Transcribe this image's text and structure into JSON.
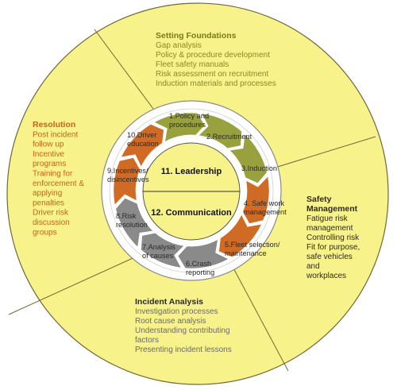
{
  "colors": {
    "outer_fill": "#f8f28a",
    "outer_stroke": "#6e6a3a",
    "section_line": "#6e6a3a",
    "heading_olive": "#7a7a1e",
    "heading_orange": "#c8621b",
    "heading_dark": "#2a2a2a",
    "body_olive": "#8a8a2a",
    "body_orange": "#c8621b",
    "body_dark": "#2a2a2a",
    "body_grey": "#6b6b6b",
    "ring_white": "#ffffff",
    "ring_stroke": "#8a8a8a",
    "inner_fill": "#f8f28a",
    "arrow_green": "#98a13e",
    "arrow_orange": "#cf6b25",
    "arrow_grey": "#8a8a8a"
  },
  "sections": [
    {
      "id": "setting-foundations",
      "title": "Setting Foundations",
      "title_color": "heading_olive",
      "item_color": "body_olive",
      "items": [
        "Gap analysis",
        "Policy & procedure development",
        "Fleet safety manuals",
        "Risk assessment on recruitment",
        "Induction materials and processes"
      ]
    },
    {
      "id": "resolution",
      "title": "Resolution",
      "title_color": "heading_orange",
      "item_color": "body_orange",
      "items": [
        "Post incident",
        "follow up",
        "Incentive",
        "programs",
        "Training for",
        "enforcement &",
        "applying",
        "penalties",
        "Driver risk",
        "discussion",
        "groups"
      ]
    },
    {
      "id": "safety-management",
      "title": "Safety\nManagement",
      "title_color": "heading_dark",
      "item_color": "body_dark",
      "items": [
        "Fatigue risk",
        "management",
        "Controlling risk",
        "Fit for purpose,",
        "safe vehicles",
        "and",
        "workplaces"
      ]
    },
    {
      "id": "incident-analysis",
      "title": "Incident Analysis",
      "title_color": "heading_dark",
      "item_color": "body_grey",
      "items": [
        "Investigation processes",
        "Root cause analysis",
        "Understanding contributing",
        "factors",
        "Presenting incident lessons"
      ]
    }
  ],
  "steps": [
    {
      "id": "policy",
      "label": "1.Policy and\nprocedures"
    },
    {
      "id": "recruitment",
      "label": "2.Recruitment"
    },
    {
      "id": "induction",
      "label": "3.Induction"
    },
    {
      "id": "safe-work",
      "label": "4. Safe work\nmanagement"
    },
    {
      "id": "fleet",
      "label": "5.Fleet selection/\nmaintenance"
    },
    {
      "id": "crash",
      "label": "6.Crash\nreporting"
    },
    {
      "id": "analysis",
      "label": "7.Analysis\nof causes"
    },
    {
      "id": "risk",
      "label": "8.Risk\nresolution"
    },
    {
      "id": "incentives",
      "label": "9.Incentives/\ndisincentives"
    },
    {
      "id": "driver-ed",
      "label": "10.Driver\neducation"
    }
  ],
  "center": {
    "top": "11. Leadership",
    "bottom": "12. Communication"
  }
}
